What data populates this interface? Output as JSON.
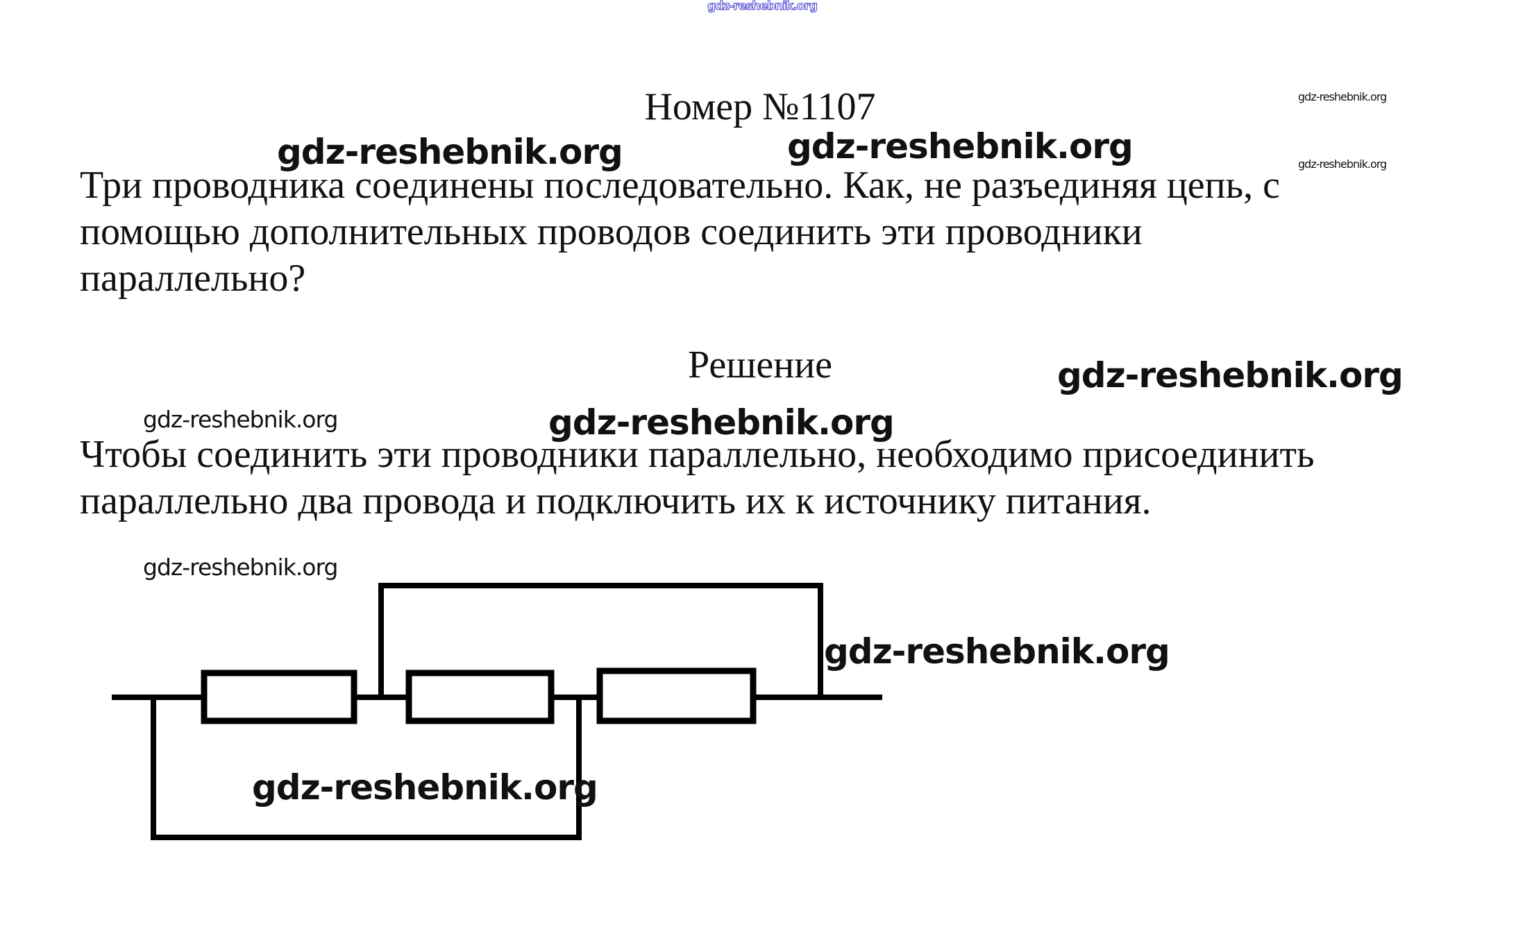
{
  "watermark": "gdz-reshebnik.org",
  "title": "Номер №1107",
  "problem_lines": [
    "Три проводника соединены последовательно. Как, не разъединяя цепь, с",
    "помощью дополнительных проводов соединить эти проводники",
    "параллельно?"
  ],
  "solution_heading": "Решение",
  "answer_lines": [
    "Чтобы соединить эти проводники параллельно, необходимо присоединить",
    "параллельно два провода и подключить их к источнику питания."
  ]
}
